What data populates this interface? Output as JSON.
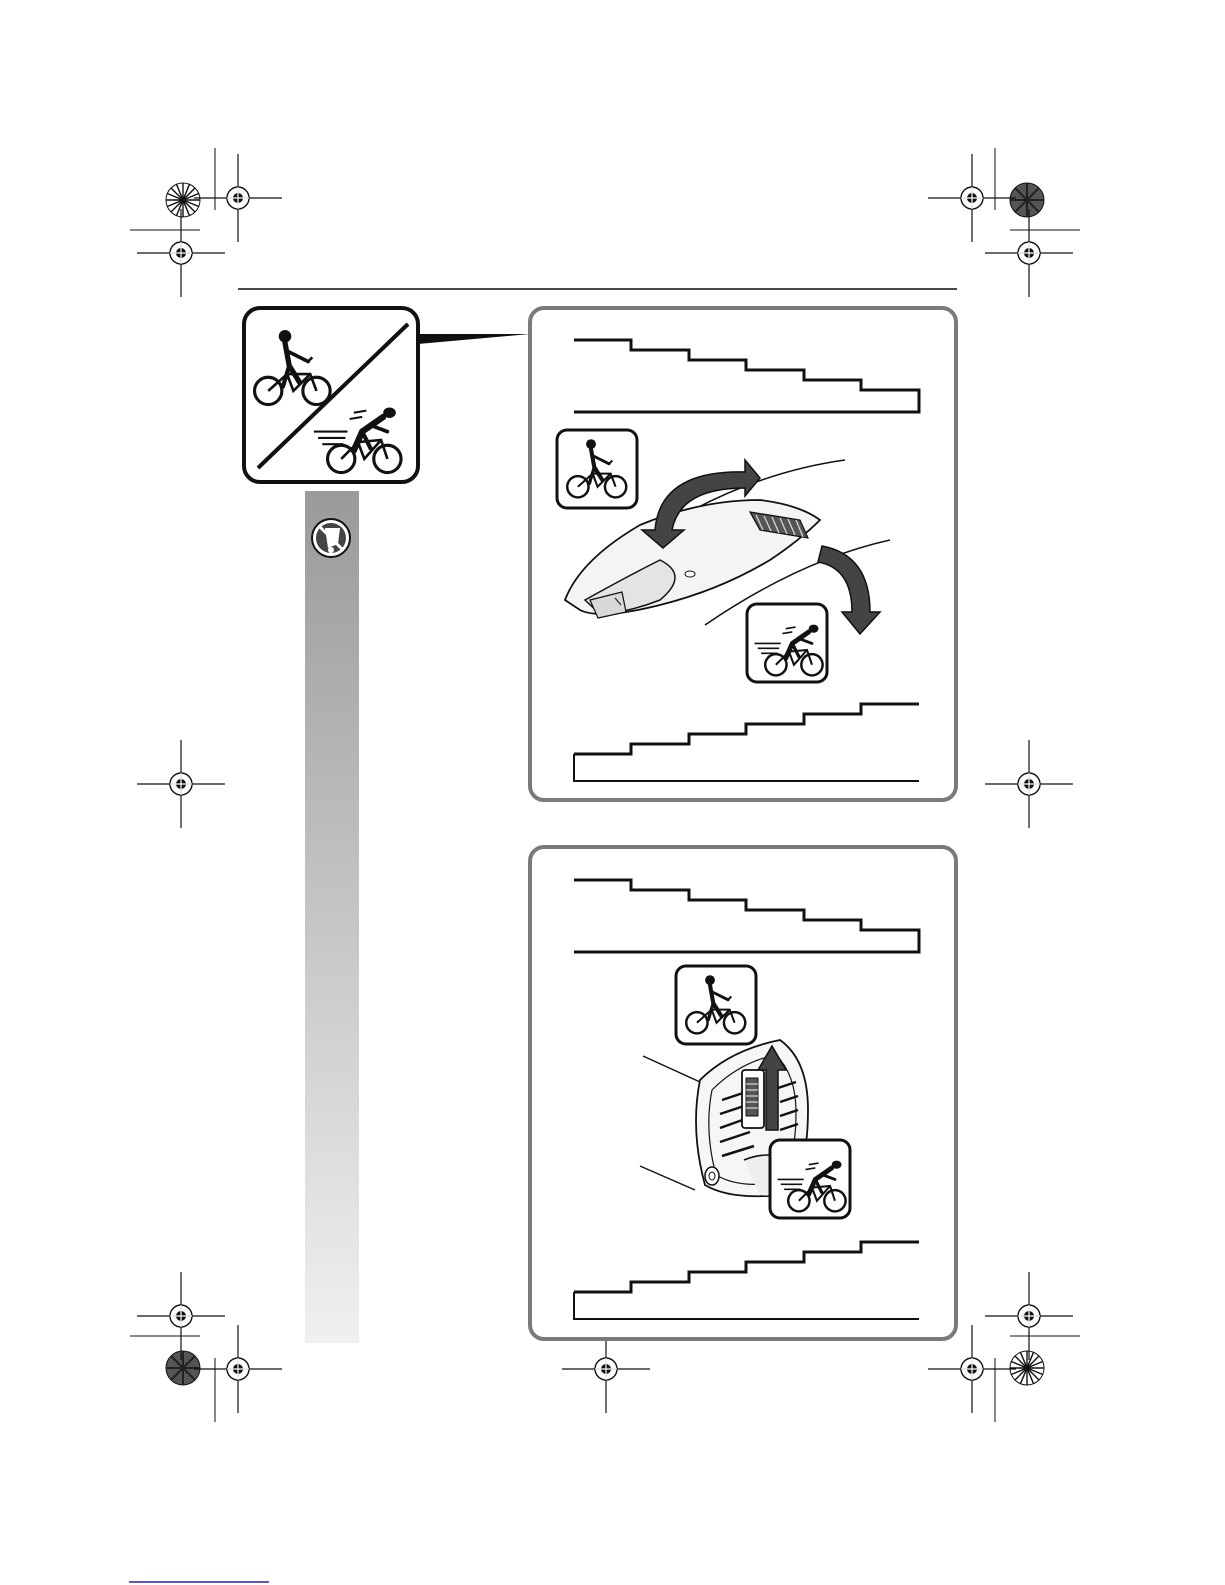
{
  "page": {
    "background": "#ffffff",
    "ink": "#111111",
    "frame_border": "#7a7a7a",
    "side_strip_top": "#9a9a9a",
    "side_strip_bottom": "#f0f0f0"
  },
  "icons": {
    "main_badge": "rider-slow-fast-divided-icon",
    "warning_badge": "no-touch-warning-icon",
    "slow_rider": "slow-rider-icon",
    "fast_rider": "fast-rider-icon",
    "registration_mark": "registration-crosshair-icon",
    "color_target": "color-registration-target-icon"
  },
  "panels": [
    {
      "id": "top",
      "control": "thumbwheel-controller",
      "arrows": [
        "rotate-up-arrow-icon",
        "rotate-down-arrow-icon"
      ]
    },
    {
      "id": "bottom",
      "control": "side-wheel-controller",
      "arrows": [
        "slide-up-arrow-icon"
      ]
    }
  ],
  "footer": {
    "has_underline_rule": true
  }
}
